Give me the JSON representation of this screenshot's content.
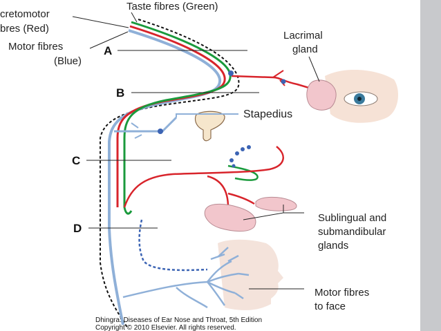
{
  "labels": {
    "taste": "Taste fibres (Green)",
    "secretomotor_1": "cretomotor",
    "secretomotor_2": "bres (Red)",
    "motor_1": "Motor fibres",
    "motor_2": "(Blue)",
    "lacrimal_1": "Lacrimal",
    "lacrimal_2": "gland",
    "stapedius": "Stapedius",
    "sublingual_1": "Sublingual and",
    "sublingual_2": "submandibular",
    "sublingual_3": "glands",
    "face_1": "Motor fibres",
    "face_2": "to face"
  },
  "segments": {
    "a": "A",
    "b": "B",
    "c": "C",
    "d": "D"
  },
  "credit": {
    "line1": "Dhingra: Diseases of Ear Nose and Throat, 5th Edition",
    "line2": "Copyright © 2010 Elsevier. All rights reserved."
  },
  "colors": {
    "taste": "#1a9a3c",
    "secretomotor": "#d8242b",
    "motor": "#8fb0d8",
    "node": "#3c64b4",
    "gland": "#f2c6cc",
    "sidebar": "#c8c9cc"
  }
}
